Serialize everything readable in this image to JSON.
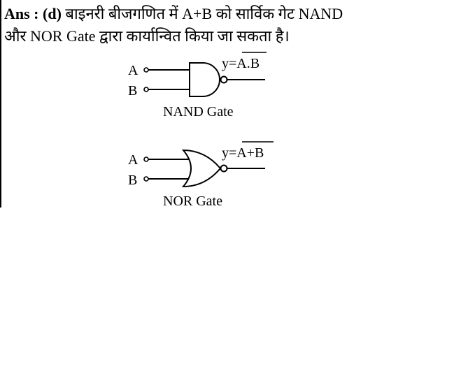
{
  "answer": {
    "prefix": "Ans : (d)",
    "line1": "बाइनरी बीजगणित में A+B को सार्विक गेट NAND",
    "line2": "और NOR Gate द्वारा कार्यान्वित किया जा सकता है।"
  },
  "nand_gate": {
    "input_a": "A",
    "input_b": "B",
    "output_prefix": "y=",
    "output_expr": "A.B",
    "caption": "NAND Gate"
  },
  "nor_gate": {
    "input_a": "A",
    "input_b": "B",
    "output_prefix": "y=",
    "output_expr": "A+B",
    "caption": "NOR Gate"
  }
}
